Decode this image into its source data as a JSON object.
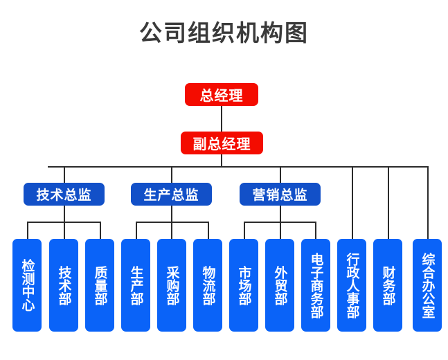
{
  "title": "公司组织机构图",
  "colors": {
    "executive": "#F40C00",
    "director": "#1250C8",
    "department": "#0A63F8",
    "title_text": "#3a3a3a",
    "connector": "#2b2b2b",
    "background": "#ffffff"
  },
  "executives": [
    {
      "label": "总经理",
      "level": 1
    },
    {
      "label": "副总经理",
      "level": 2
    }
  ],
  "directors": [
    {
      "label": "技术总监"
    },
    {
      "label": "生产总监"
    },
    {
      "label": "营销总监"
    }
  ],
  "departments": [
    {
      "label": "检测中心",
      "parent": "技术总监"
    },
    {
      "label": "技术部",
      "parent": "技术总监"
    },
    {
      "label": "质量部",
      "parent": "技术总监"
    },
    {
      "label": "生产部",
      "parent": "生产总监"
    },
    {
      "label": "采购部",
      "parent": "生产总监"
    },
    {
      "label": "物流部",
      "parent": "生产总监"
    },
    {
      "label": "市场部",
      "parent": "营销总监"
    },
    {
      "label": "外贸部",
      "parent": "营销总监"
    },
    {
      "label": "电子商务部",
      "parent": "营销总监"
    },
    {
      "label": "行政人事部",
      "parent": "副总经理"
    },
    {
      "label": "财务部",
      "parent": "副总经理"
    },
    {
      "label": "综合办公室",
      "parent": "副总经理"
    }
  ]
}
